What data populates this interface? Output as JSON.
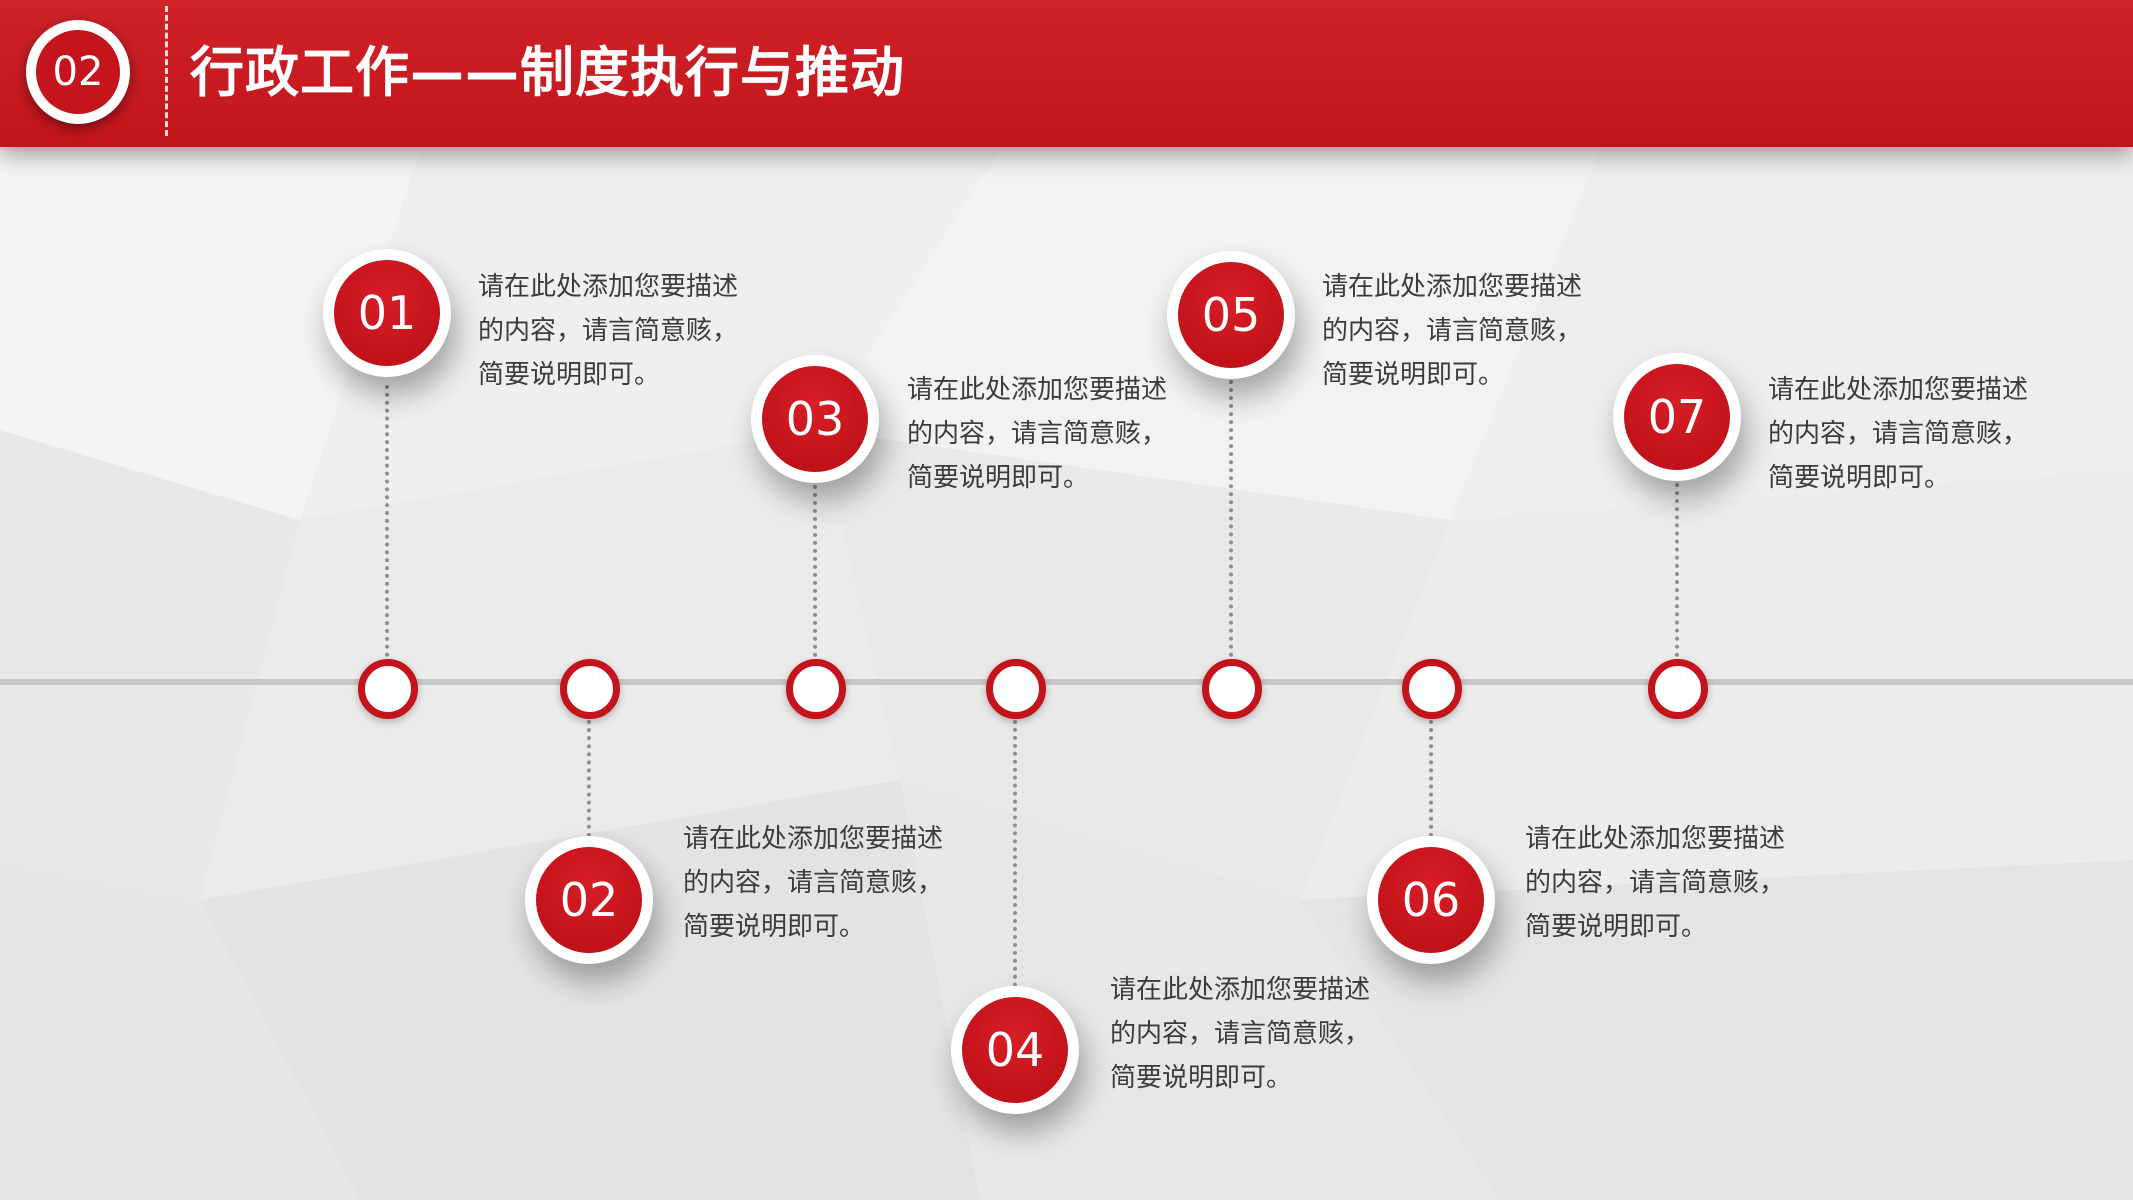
{
  "header": {
    "badge_number": "02",
    "title": "行政工作——制度执行与推动"
  },
  "colors": {
    "brand_red": "#c4151c",
    "background": "#ececec",
    "timeline": "#c7c7c7"
  },
  "steps": [
    {
      "number": "01",
      "text": "请在此处添加您要描述的内容，请言简意赅，简要说明即可。"
    },
    {
      "number": "02",
      "text": "请在此处添加您要描述的内容，请言简意赅，简要说明即可。"
    },
    {
      "number": "03",
      "text": "请在此处添加您要描述的内容，请言简意赅，简要说明即可。"
    },
    {
      "number": "04",
      "text": "请在此处添加您要描述的内容，请言简意赅，简要说明即可。"
    },
    {
      "number": "05",
      "text": "请在此处添加您要描述的内容，请言简意赅，简要说明即可。"
    },
    {
      "number": "06",
      "text": "请在此处添加您要描述的内容，请言简意赅，简要说明即可。"
    },
    {
      "number": "07",
      "text": "请在此处添加您要描述的内容，请言简意赅，简要说明即可。"
    }
  ]
}
